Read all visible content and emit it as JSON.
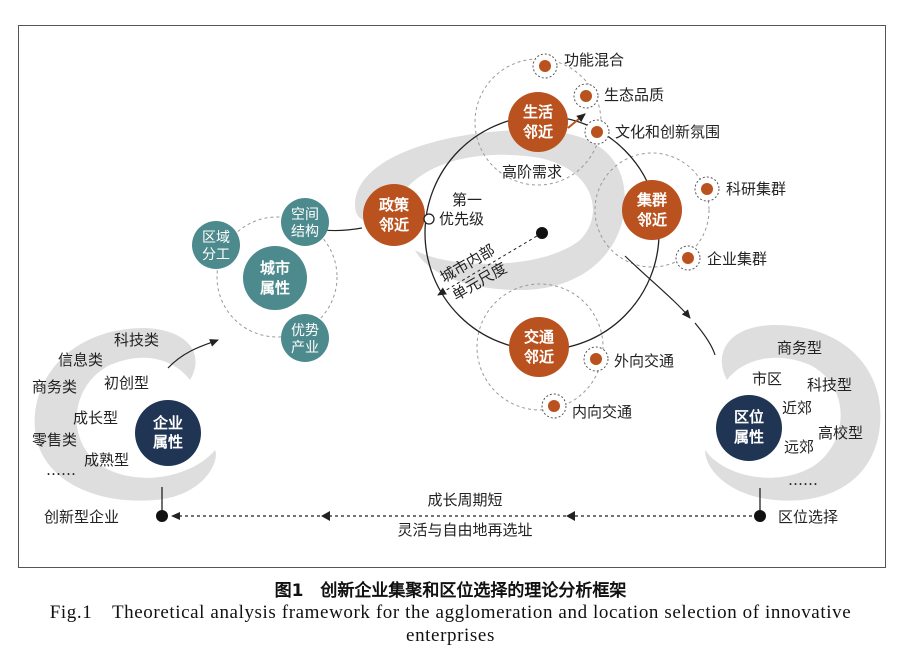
{
  "colors": {
    "orange": "#b9521f",
    "teal": "#4d8a8e",
    "navy": "#1f3553",
    "ring_grey": "#dcdcdc",
    "line": "#222222"
  },
  "nodes": {
    "enterprise": {
      "line1": "企业",
      "line2": "属性"
    },
    "city": {
      "line1": "城市",
      "line2": "属性"
    },
    "location": {
      "line1": "区位",
      "line2": "属性"
    },
    "policy": {
      "line1": "政策",
      "line2": "邻近"
    },
    "life": {
      "line1": "生活",
      "line2": "邻近"
    },
    "cluster": {
      "line1": "集群",
      "line2": "邻近"
    },
    "traffic": {
      "line1": "交通",
      "line2": "邻近"
    }
  },
  "city_sub": {
    "region_division": {
      "line1": "区域",
      "line2": "分工"
    },
    "spatial_structure": {
      "line1": "空间",
      "line2": "结构"
    },
    "advantage_industry": {
      "line1": "优势",
      "line2": "产业"
    }
  },
  "enterprise_labels": {
    "tech": "科技类",
    "info": "信息类",
    "business": "商务类",
    "retail": "零售类",
    "ellipsis": "……",
    "startup": "初创型",
    "growth": "成长型",
    "mature": "成熟型"
  },
  "location_labels": {
    "business": "商务型",
    "tech": "科技型",
    "university": "高校型",
    "downtown": "市区",
    "near_suburb": "近郊",
    "far_suburb": "远郊",
    "ellipsis": "……"
  },
  "proximity_labels": {
    "function_mix": "功能混合",
    "eco_quality": "生态品质",
    "culture": "文化和创新氛围",
    "high_demand": "高阶需求",
    "research_cluster": "科研集群",
    "enterprise_cluster": "企业集群",
    "outward_traffic": "外向交通",
    "inward_traffic": "内向交通",
    "first_priority_line1": "第一",
    "first_priority_line2": "优先级",
    "inner_city_line1": "城市内部",
    "inner_city_line2": "单元尺度"
  },
  "flow": {
    "left_end": "创新型企业",
    "right_end": "区位选择",
    "short_cycle": "成长周期短",
    "relocate": "灵活与自由地再选址"
  },
  "caption": {
    "cn": "图1　创新企业集聚和区位选择的理论分析框架",
    "en": "Fig.1　Theoretical analysis framework for the agglomeration and location selection of innovative enterprises"
  }
}
